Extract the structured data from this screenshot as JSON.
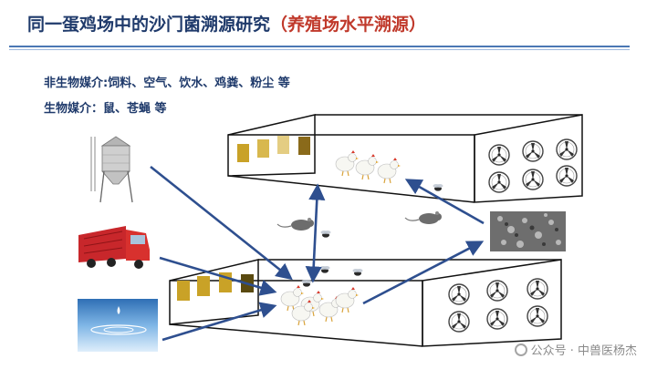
{
  "title": {
    "main": "同一蛋鸡场中的沙门菌溯源研究",
    "sub": "（养殖场水平溯源）"
  },
  "sources": {
    "abiotic": "非生物媒介:饲料、空气、饮水、鸡粪、粉尘 等",
    "biotic": "生物媒介：鼠、苍蝇 等"
  },
  "watermark": "公众号 · 中兽医杨杰",
  "icons": [
    "feed-silo-icon",
    "truck-icon",
    "water-icon",
    "rat-icon",
    "fly-icon",
    "chicken-icon",
    "fan-icon",
    "manure-icon",
    "watermark-logo-icon"
  ],
  "colors": {
    "title": "#1f3a6b",
    "subtitle": "#c0392b",
    "arrow": "#2e4f8f",
    "rule": "#4a77b4",
    "window": "#c9a227"
  }
}
